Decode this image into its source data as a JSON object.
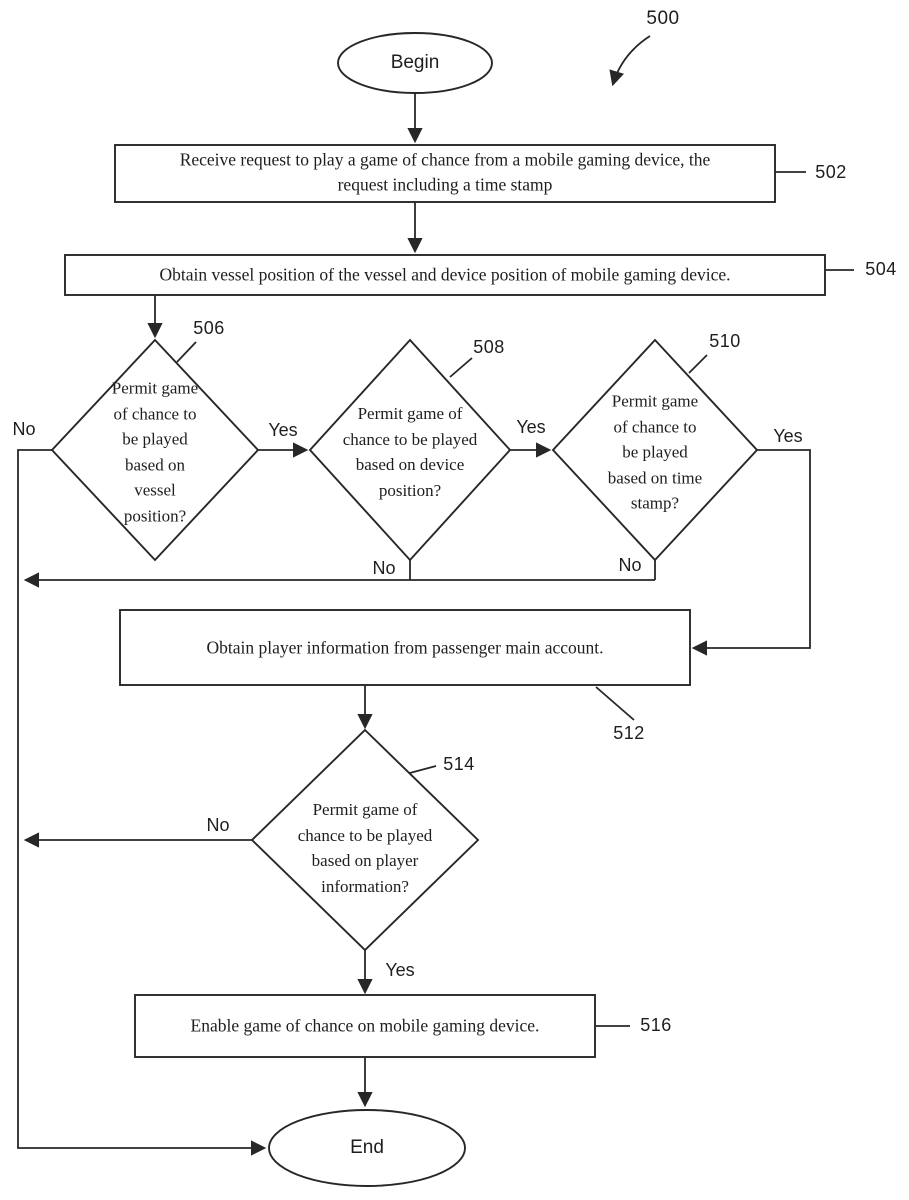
{
  "figure": {
    "ref": "500",
    "labels": {
      "yes": "Yes",
      "no": "No"
    },
    "nodes": {
      "begin": {
        "label": "Begin"
      },
      "box502": {
        "ref": "502",
        "text": "Receive request to play a game of chance from a mobile gaming device, the request including a time stamp"
      },
      "box504": {
        "ref": "504",
        "text": "Obtain vessel position of the vessel and device position of mobile gaming device."
      },
      "diamond506": {
        "ref": "506",
        "text": "Permit game of chance to be played based on vessel position?"
      },
      "diamond508": {
        "ref": "508",
        "text": "Permit game of chance to be played based on device position?"
      },
      "diamond510": {
        "ref": "510",
        "text": "Permit game of chance to be played based on time stamp?"
      },
      "box512": {
        "ref": "512",
        "text": "Obtain player information from passenger main account."
      },
      "diamond514": {
        "ref": "514",
        "text": "Permit game of chance to be played based on player information?"
      },
      "box516": {
        "ref": "516",
        "text": "Enable game of chance on mobile gaming device."
      },
      "end": {
        "label": "End"
      }
    }
  }
}
